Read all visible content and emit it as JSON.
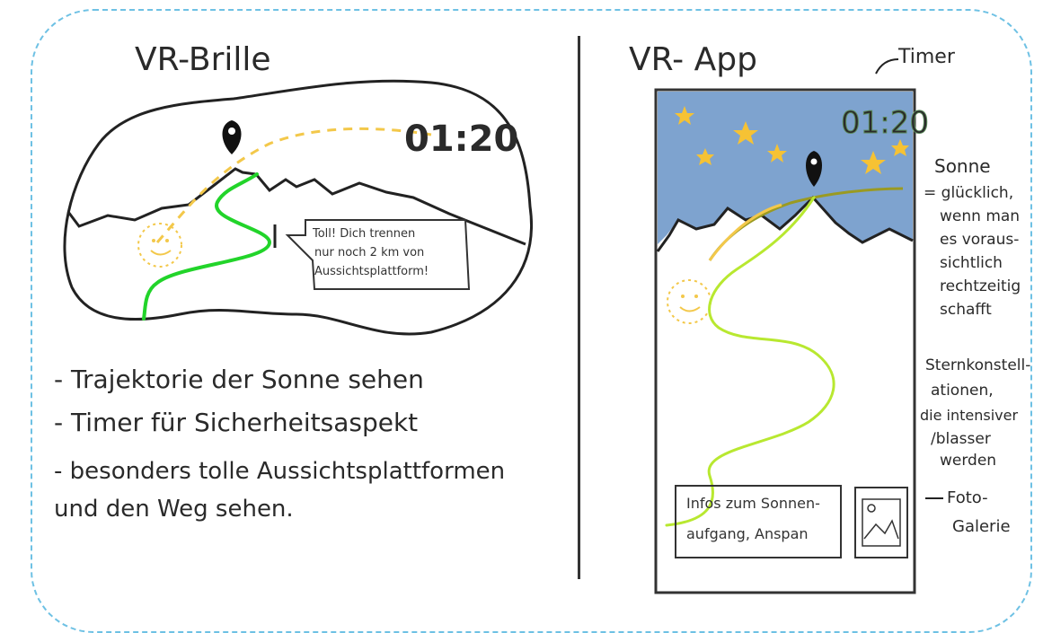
{
  "left_panel": {
    "title": "VR-Brille",
    "timer": "01:20",
    "speech_bubble_lines": [
      "Toll! Dich trennen",
      "nur noch 2 km von",
      "Aussichtsplattform!"
    ],
    "bullets": [
      "- Trajektorie der Sonne sehen",
      "- Timer für Sicherheitsaspekt",
      "- besonders tolle Aussichtsplattformen",
      "  und den Weg sehen."
    ]
  },
  "right_panel": {
    "title": "VR- App",
    "timer_label": "Timer",
    "timer": "01:20",
    "info_box_lines": [
      "Infos zum Sonnen-",
      "aufgang, Anspan"
    ],
    "sonne_notes": [
      "Sonne",
      "= glücklich,",
      "wenn man",
      "es voraus-",
      "sichtlich",
      "rechtzeitig",
      "schafft"
    ],
    "stars_notes": [
      "Sternkonstell-",
      "ationen,",
      "die intensiver",
      "/blasser",
      "werden"
    ],
    "gallery_notes": [
      "Foto-",
      "Galerie"
    ]
  },
  "colors": {
    "sky": "#7ea3cf",
    "star": "#f6c234",
    "timer_green": "#b6f0b0",
    "path_green": "#22d42a",
    "path_lime": "#b8e830",
    "sun_path": "#f3c84a",
    "frame": "#6ec1e4"
  }
}
